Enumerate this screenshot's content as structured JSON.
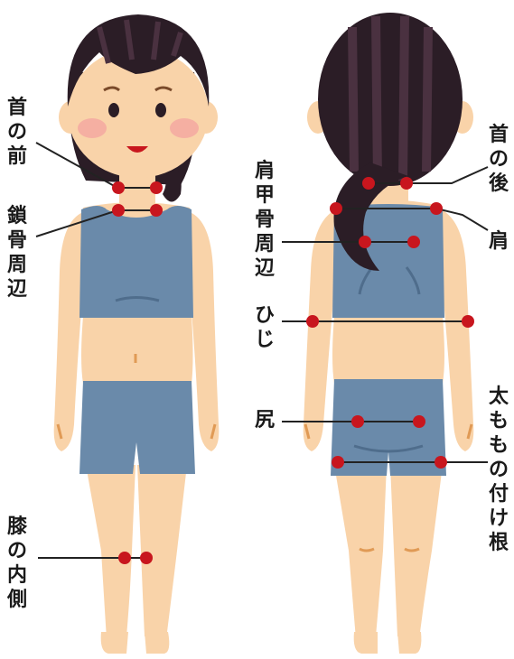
{
  "colors": {
    "skin": "#f9d3a9",
    "skin_shadow": "#efb98a",
    "hair": "#2b1d26",
    "hair_highlight": "#4a3140",
    "clothing": "#6a8aaa",
    "clothing_dark": "#4f6d8c",
    "marker": "#c8161e",
    "leader_line": "#222222",
    "cheek": "#f3a0a0"
  },
  "front_labels": {
    "neck_front": "首の前",
    "collarbone": "鎖骨周辺",
    "inner_knee": "膝の内側"
  },
  "back_labels": {
    "neck_back": "首の後",
    "shoulder": "肩",
    "shoulder_blade": "肩甲骨周辺",
    "elbow": "ひじ",
    "buttocks": "尻",
    "thigh_base": "太ももの付け根"
  }
}
